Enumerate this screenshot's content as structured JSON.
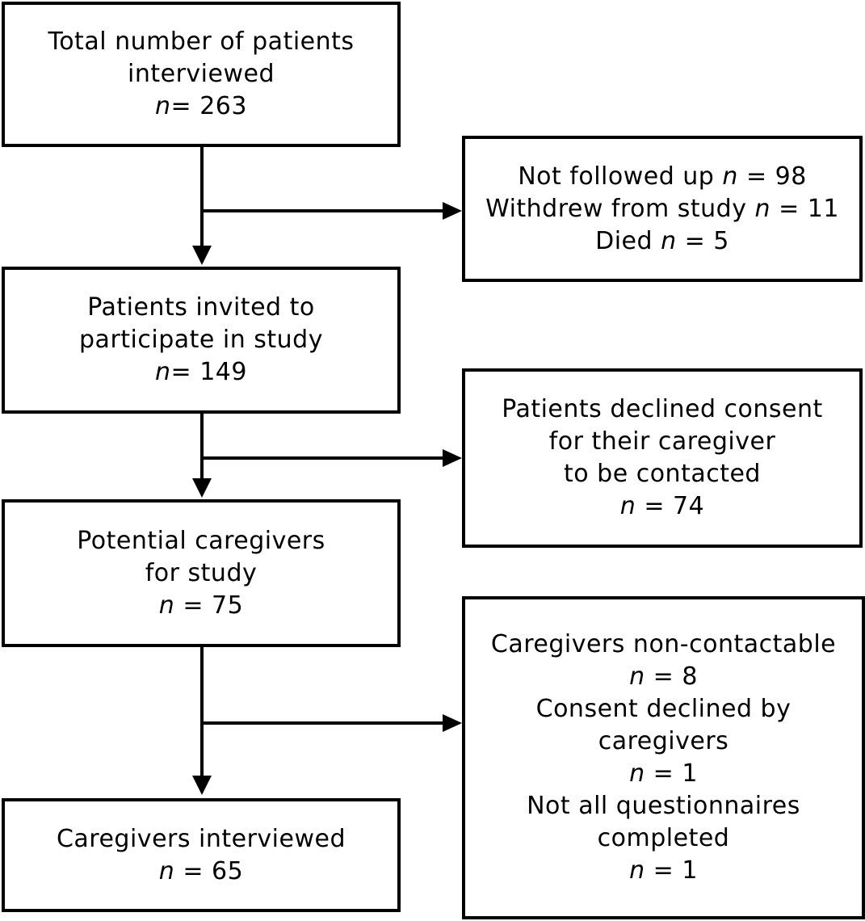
{
  "boxes": {
    "total_interviewed": {
      "lines": [
        "Total number of patients",
        "interviewed"
      ],
      "n_label": "n",
      "n_value": "= 263"
    },
    "excluded_first": {
      "items": [
        {
          "text": "Not followed up ",
          "n_label": "n",
          "n_value": " = 98"
        },
        {
          "text": "Withdrew from study ",
          "n_label": "n",
          "n_value": " = 11"
        },
        {
          "text": "Died ",
          "n_label": "n",
          "n_value": " = 5"
        }
      ]
    },
    "invited": {
      "lines": [
        "Patients invited to",
        "participate in study"
      ],
      "n_label": "n",
      "n_value": "= 149"
    },
    "declined_consent": {
      "lines": [
        "Patients declined consent",
        "for their caregiver",
        "to be contacted"
      ],
      "n_label": "n",
      "n_value": " = 74"
    },
    "potential_caregivers": {
      "lines": [
        "Potential caregivers",
        "for study"
      ],
      "n_label": "n",
      "n_value": " = 75"
    },
    "caregiver_exclusions": {
      "groups": [
        {
          "lines": [
            "Caregivers non-contactable"
          ],
          "n_label": "n",
          "n_value": " = 8"
        },
        {
          "lines": [
            "Consent declined by",
            "caregivers"
          ],
          "n_label": "n",
          "n_value": " = 1"
        },
        {
          "lines": [
            "Not all questionnaires",
            "completed"
          ],
          "n_label": "n",
          "n_value": " = 1"
        }
      ]
    },
    "caregivers_interviewed": {
      "lines": [
        "Caregivers interviewed"
      ],
      "n_label": "n",
      "n_value": " = 65"
    }
  }
}
